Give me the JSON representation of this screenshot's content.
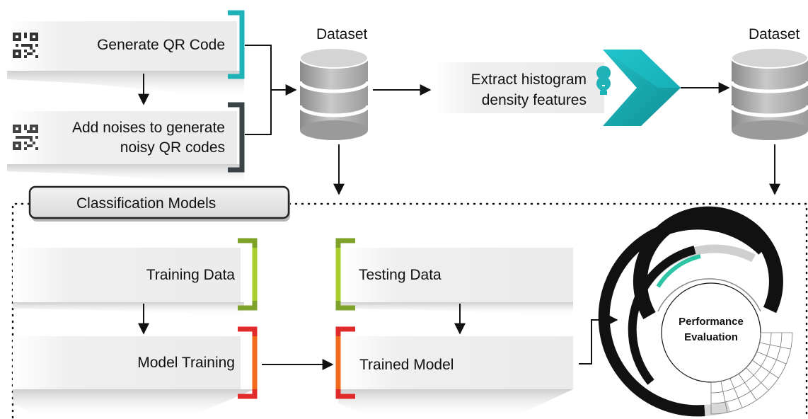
{
  "top": {
    "generate_qr": "Generate QR Code",
    "add_noises_line1": "Add noises to generate",
    "add_noises_line2": "noisy QR codes",
    "dataset_1": "Dataset",
    "extract_line1": "Extract histogram",
    "extract_line2": "density features",
    "dataset_2": "Dataset"
  },
  "classification": {
    "title": "Classification Models",
    "training_data": "Training Data",
    "testing_data": "Testing Data",
    "model_training": "Model Training",
    "trained_model": "Trained Model",
    "performance_line1": "Performance",
    "performance_line2": "Evaluation"
  },
  "colors": {
    "teal": "#1fb3b8",
    "dark_slate": "#3a4446",
    "lime": "#a8cf2e",
    "olive": "#7fa22a",
    "orange": "#f26a1b",
    "red": "#e02b2b",
    "chevron_teal": "#1aa7ad",
    "arc_accent": "#2ec4a6"
  },
  "icons": [
    "qr-code-icon",
    "database-icon",
    "lightbulb-icon",
    "chevron-icon",
    "radial-chart-icon"
  ]
}
